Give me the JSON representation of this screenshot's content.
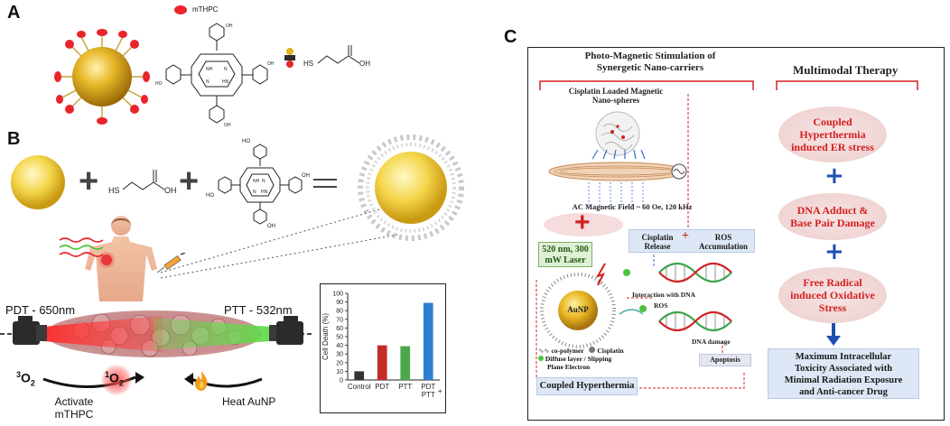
{
  "panels": {
    "a": {
      "letter": "A",
      "legend_label": "mTHPC",
      "thiol_formula": "HS",
      "acid_formula": "OH",
      "nh_1": "NH",
      "nh_2": "N",
      "n_3": "N",
      "hn_4": "HN",
      "oh_top": "OH",
      "oh_left": "HO",
      "oh_right": "OH",
      "oh_bottom": "OH"
    },
    "b": {
      "letter": "B",
      "thiol_hs": "HS",
      "thiol_oh": "OH",
      "oh_top": "HO",
      "oh_right": "OH",
      "oh_left": "HO",
      "oh_bottom": "OH",
      "nh": "NH",
      "hn": "HN",
      "n1": "N",
      "n2": "N",
      "pdt_label": "PDT - 650nm",
      "ptt_label": "PTT - 532nm",
      "o2_ground": "³O₂",
      "o2_ground_pre": "3",
      "o2_ground_main": "O",
      "o2_ground_sub": "2",
      "o2_singlet_pre": "1",
      "o2_singlet_main": "O",
      "o2_singlet_sub": "2",
      "activate_line1": "Activate",
      "activate_line2": "mTHPC",
      "heat_label": "Heat AuNP"
    },
    "c": {
      "letter": "C",
      "left_title_line1": "Photo-Magnetic Stimulation of",
      "left_title_line2": "Synergetic Nano-carriers",
      "right_title": "Multimodal Therapy",
      "nanosphere_label_line1": "Cisplatin Loaded Magnetic",
      "nanosphere_label_line2": "Nano-spheres",
      "field_label": "AC Magnetic Field ~ 60 Oe, 120 kHz",
      "laser_line1": "520 nm, 300",
      "laser_line2": "mW Laser",
      "release_line1": "Cisplatin",
      "release_line2": "Release",
      "accum_line1": "ROS",
      "accum_line2": "Accumulation",
      "aunp_label": "AuNP",
      "interaction_label": "Interaction with DNA",
      "ros_label": "ROS",
      "dna_damage_label": "DNA damage",
      "legend_copolymer": "co-polymer",
      "legend_cisplatin": "Cisplatin",
      "legend_diffuse_line1": "Diffuse layer / Slipping",
      "legend_diffuse_line2": "Plane Electron",
      "apoptosis_label": "Apoptosis",
      "hyperthermia_label": "Coupled Hyperthermia",
      "therapy1_line1": "Coupled",
      "therapy1_line2": "Hyperthermia",
      "therapy1_line3": "induced ER stress",
      "therapy2_line1": "DNA Adduct &",
      "therapy2_line2": "Base Pair Damage",
      "therapy3_line1": "Free Radical",
      "therapy3_line2": "induced Oxidative",
      "therapy3_line3": "Stress",
      "result_line1": "Maximum Intracellular",
      "result_line2": "Toxicity Associated with",
      "result_line3": "Minimal Radiation Exposure",
      "result_line4": "and Anti-cancer Drug",
      "plus": "+"
    }
  },
  "colors": {
    "gold": "#e0b21e",
    "mthpc_red": "#e8252c",
    "therapy_red": "#d42020",
    "plus_blue": "#1f4fb0",
    "laser_red": "#e8232b",
    "laser_green": "#4dc23d"
  },
  "icons": {
    "flame": "flame-icon",
    "body": "human-body-icon",
    "syringe": "syringe-icon",
    "laser": "laser-device-icon"
  },
  "chart_data": {
    "type": "bar",
    "categories": [
      "Control",
      "PDT",
      "PTT",
      "PDT + PTT"
    ],
    "tick_labels": [
      "Control",
      "PDT",
      "PTT",
      "PDT",
      "PTT",
      "+"
    ],
    "values": [
      10,
      40,
      39,
      89
    ],
    "colors": [
      "#333333",
      "#c62b2b",
      "#4aa84a",
      "#2f7fd0"
    ],
    "ylabel": "Cell Death (%)",
    "yticks": [
      0,
      10,
      20,
      30,
      40,
      50,
      60,
      70,
      80,
      90,
      100
    ],
    "ylim": [
      0,
      100
    ]
  }
}
